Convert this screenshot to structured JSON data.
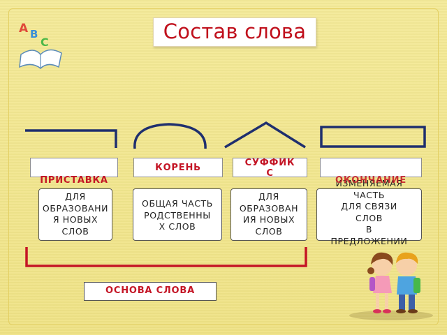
{
  "slide": {
    "title": "Состав слова",
    "logo_letters": [
      "A",
      "B",
      "C"
    ]
  },
  "parts": [
    {
      "key": "prefix",
      "label": "ПРИСТАВКА",
      "description": "ДЛЯ\nОБРАЗОВАНИ\nЯ НОВЫХ\nСЛОВ"
    },
    {
      "key": "root",
      "label": "КОРЕНЬ",
      "description": "ОБЩАЯ ЧАСТЬ\nРОДСТВЕННЫ\nХ СЛОВ"
    },
    {
      "key": "suffix",
      "label": "СУФФИК\nС",
      "description": "ДЛЯ\nОБРАЗОВАН\nИЯ НОВЫХ\nСЛОВ"
    },
    {
      "key": "ending",
      "label": "ОКОНЧАНИЕ",
      "description": "ИЗМЕНЯЕМАЯ\nЧАСТЬ\nДЛЯ СВЯЗИ\nСЛОВ\nВ\nПРЕДЛОЖЕНИИ"
    }
  ],
  "base": {
    "label": "ОСНОВА СЛОВА"
  },
  "colors": {
    "background": "#f0e58d",
    "title": "#c0101c",
    "labels": "#c41525",
    "symbols": "#1f2f6e",
    "base_bracket": "#c41525"
  },
  "icons": [
    "abc-book-icon",
    "prefix-symbol",
    "root-arc-symbol",
    "suffix-caret-symbol",
    "ending-box-symbol",
    "children-illustration"
  ]
}
